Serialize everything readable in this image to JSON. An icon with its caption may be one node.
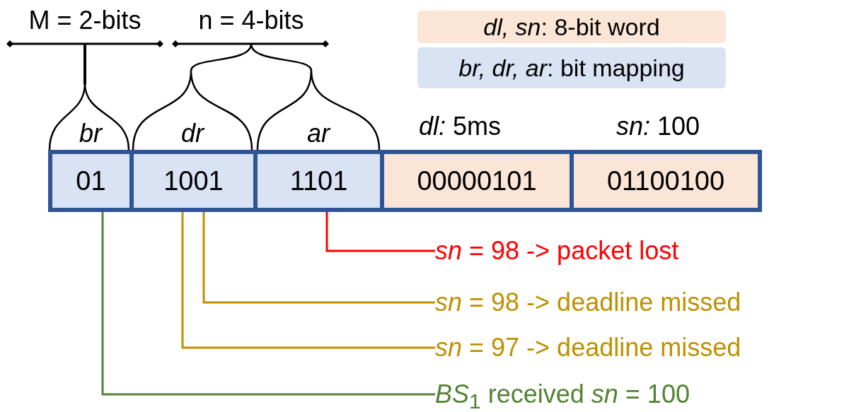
{
  "diagram": {
    "nodes": [
      {
        "text": [
          "01"
        ],
        "beside": [
          "br"
        ]
      },
      {
        "text": [
          "1001"
        ],
        "beside": [
          "dr"
        ]
      },
      {
        "text": [
          "1101"
        ],
        "beside": [
          "ar"
        ]
      },
      {
        "text": [
          "00000101"
        ],
        "beside": [
          "*dl:* 5ms"
        ]
      },
      {
        "text": [
          "01100100"
        ],
        "beside": [
          "*sn:* 100"
        ]
      },
      {
        "text": [
          "*sn* = 98 -> packet lost"
        ]
      },
      {
        "text": [
          "*sn* = 98 -> deadline missed"
        ]
      },
      {
        "text": [
          "*sn* = 97 -> deadline missed"
        ]
      },
      {
        "text": [
          "*BS*$_{1}$ received *sn* = 100"
        ]
      }
    ],
    "edges": [
      {
        "from": 5,
        "to": 2,
        "arrow": "none",
        "color": "#ff0000"
      },
      {
        "from": 6,
        "to": 1,
        "arrow": "none"
      },
      {
        "from": 7,
        "to": 1,
        "arrow": "none"
      },
      {
        "from": 8,
        "to": 0,
        "arrow": "none",
        "color": "#548235"
      }
    ],
    "labels": [
      "M = 2-bits",
      "n = 4-bits"
    ],
    "legend": [
      {
        "text": "*dl, sn*: 8-bit word",
        "color": "#fbe5d6"
      },
      {
        "text": "*br, dr, ar*: bit mapping",
        "color": "#dae3f3"
      }
    ]
  }
}
